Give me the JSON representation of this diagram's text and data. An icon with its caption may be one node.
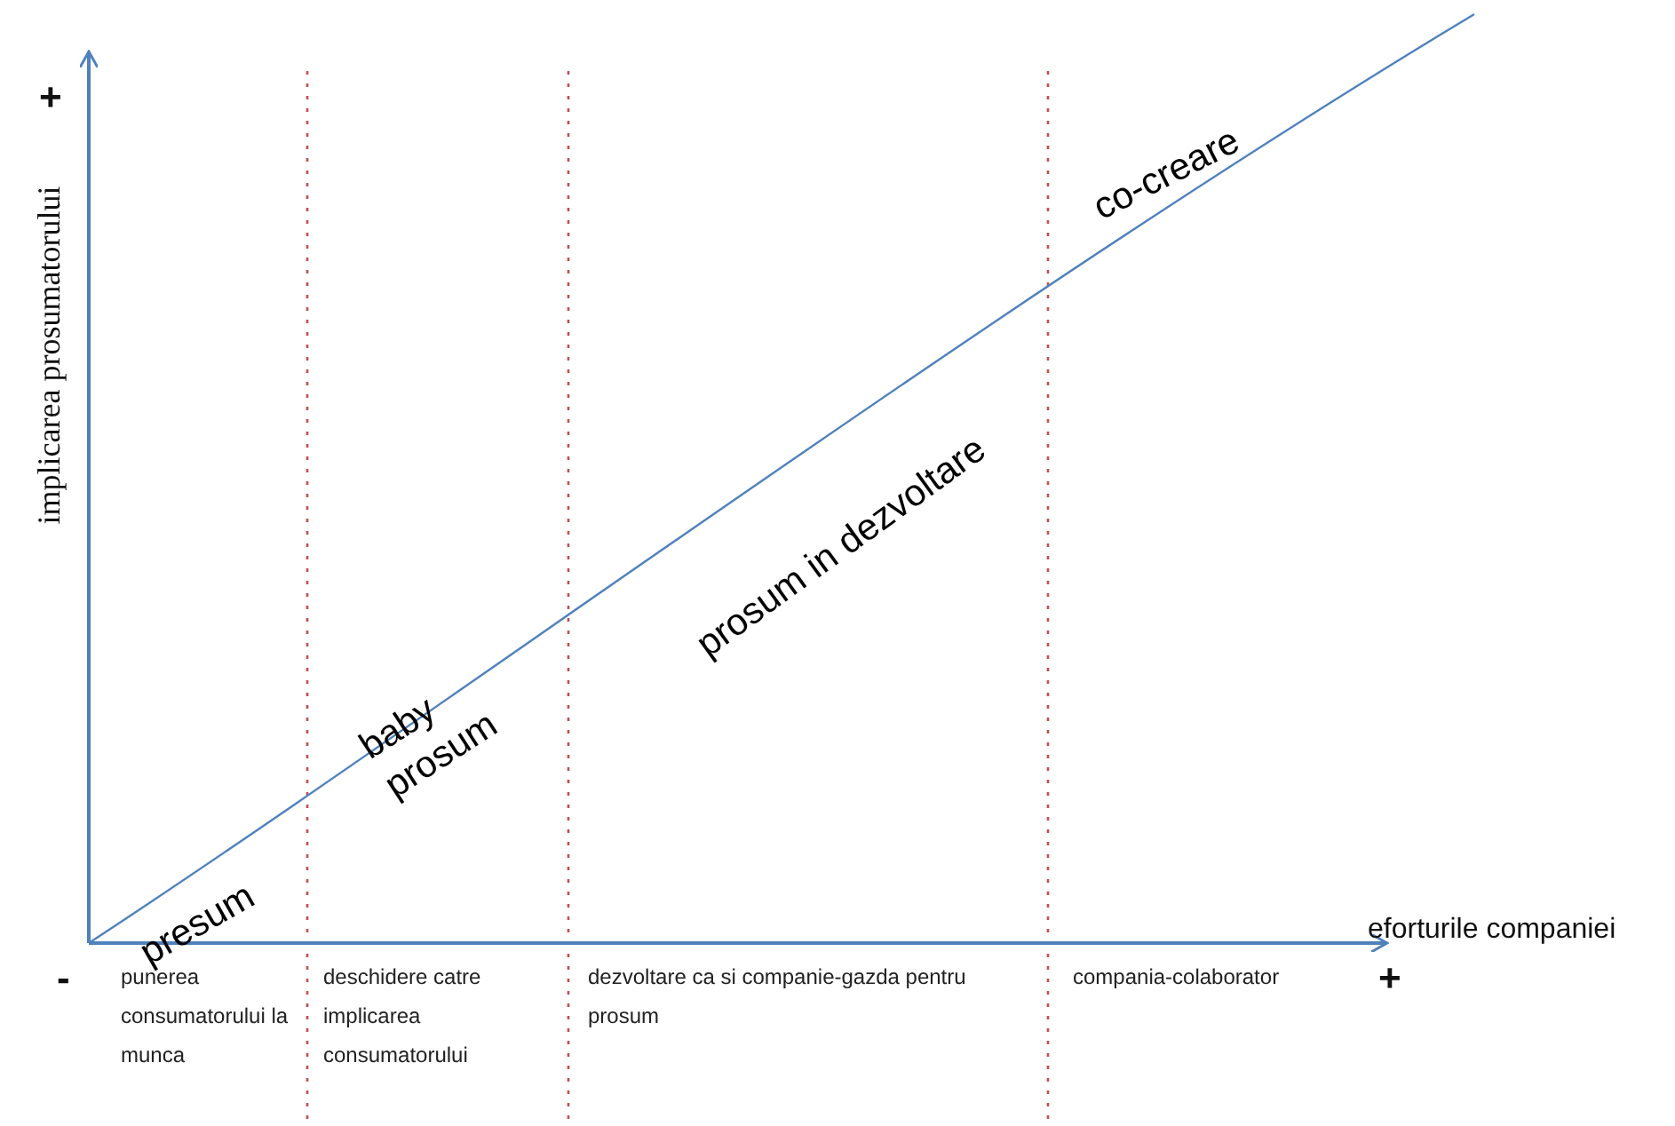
{
  "diagram": {
    "labels": [
      "+",
      "implicarea prosumatorului",
      "co-creare",
      "prosum in dezvoltare",
      "baby prosum",
      "presum",
      "-",
      "punerea consumatorului la munca",
      "deschidere catre implicarea consumatorului",
      "dezvoltare ca si companie-gazda pentru prosum",
      "compania-colaborator",
      "eforturile companiei",
      "+"
    ]
  }
}
